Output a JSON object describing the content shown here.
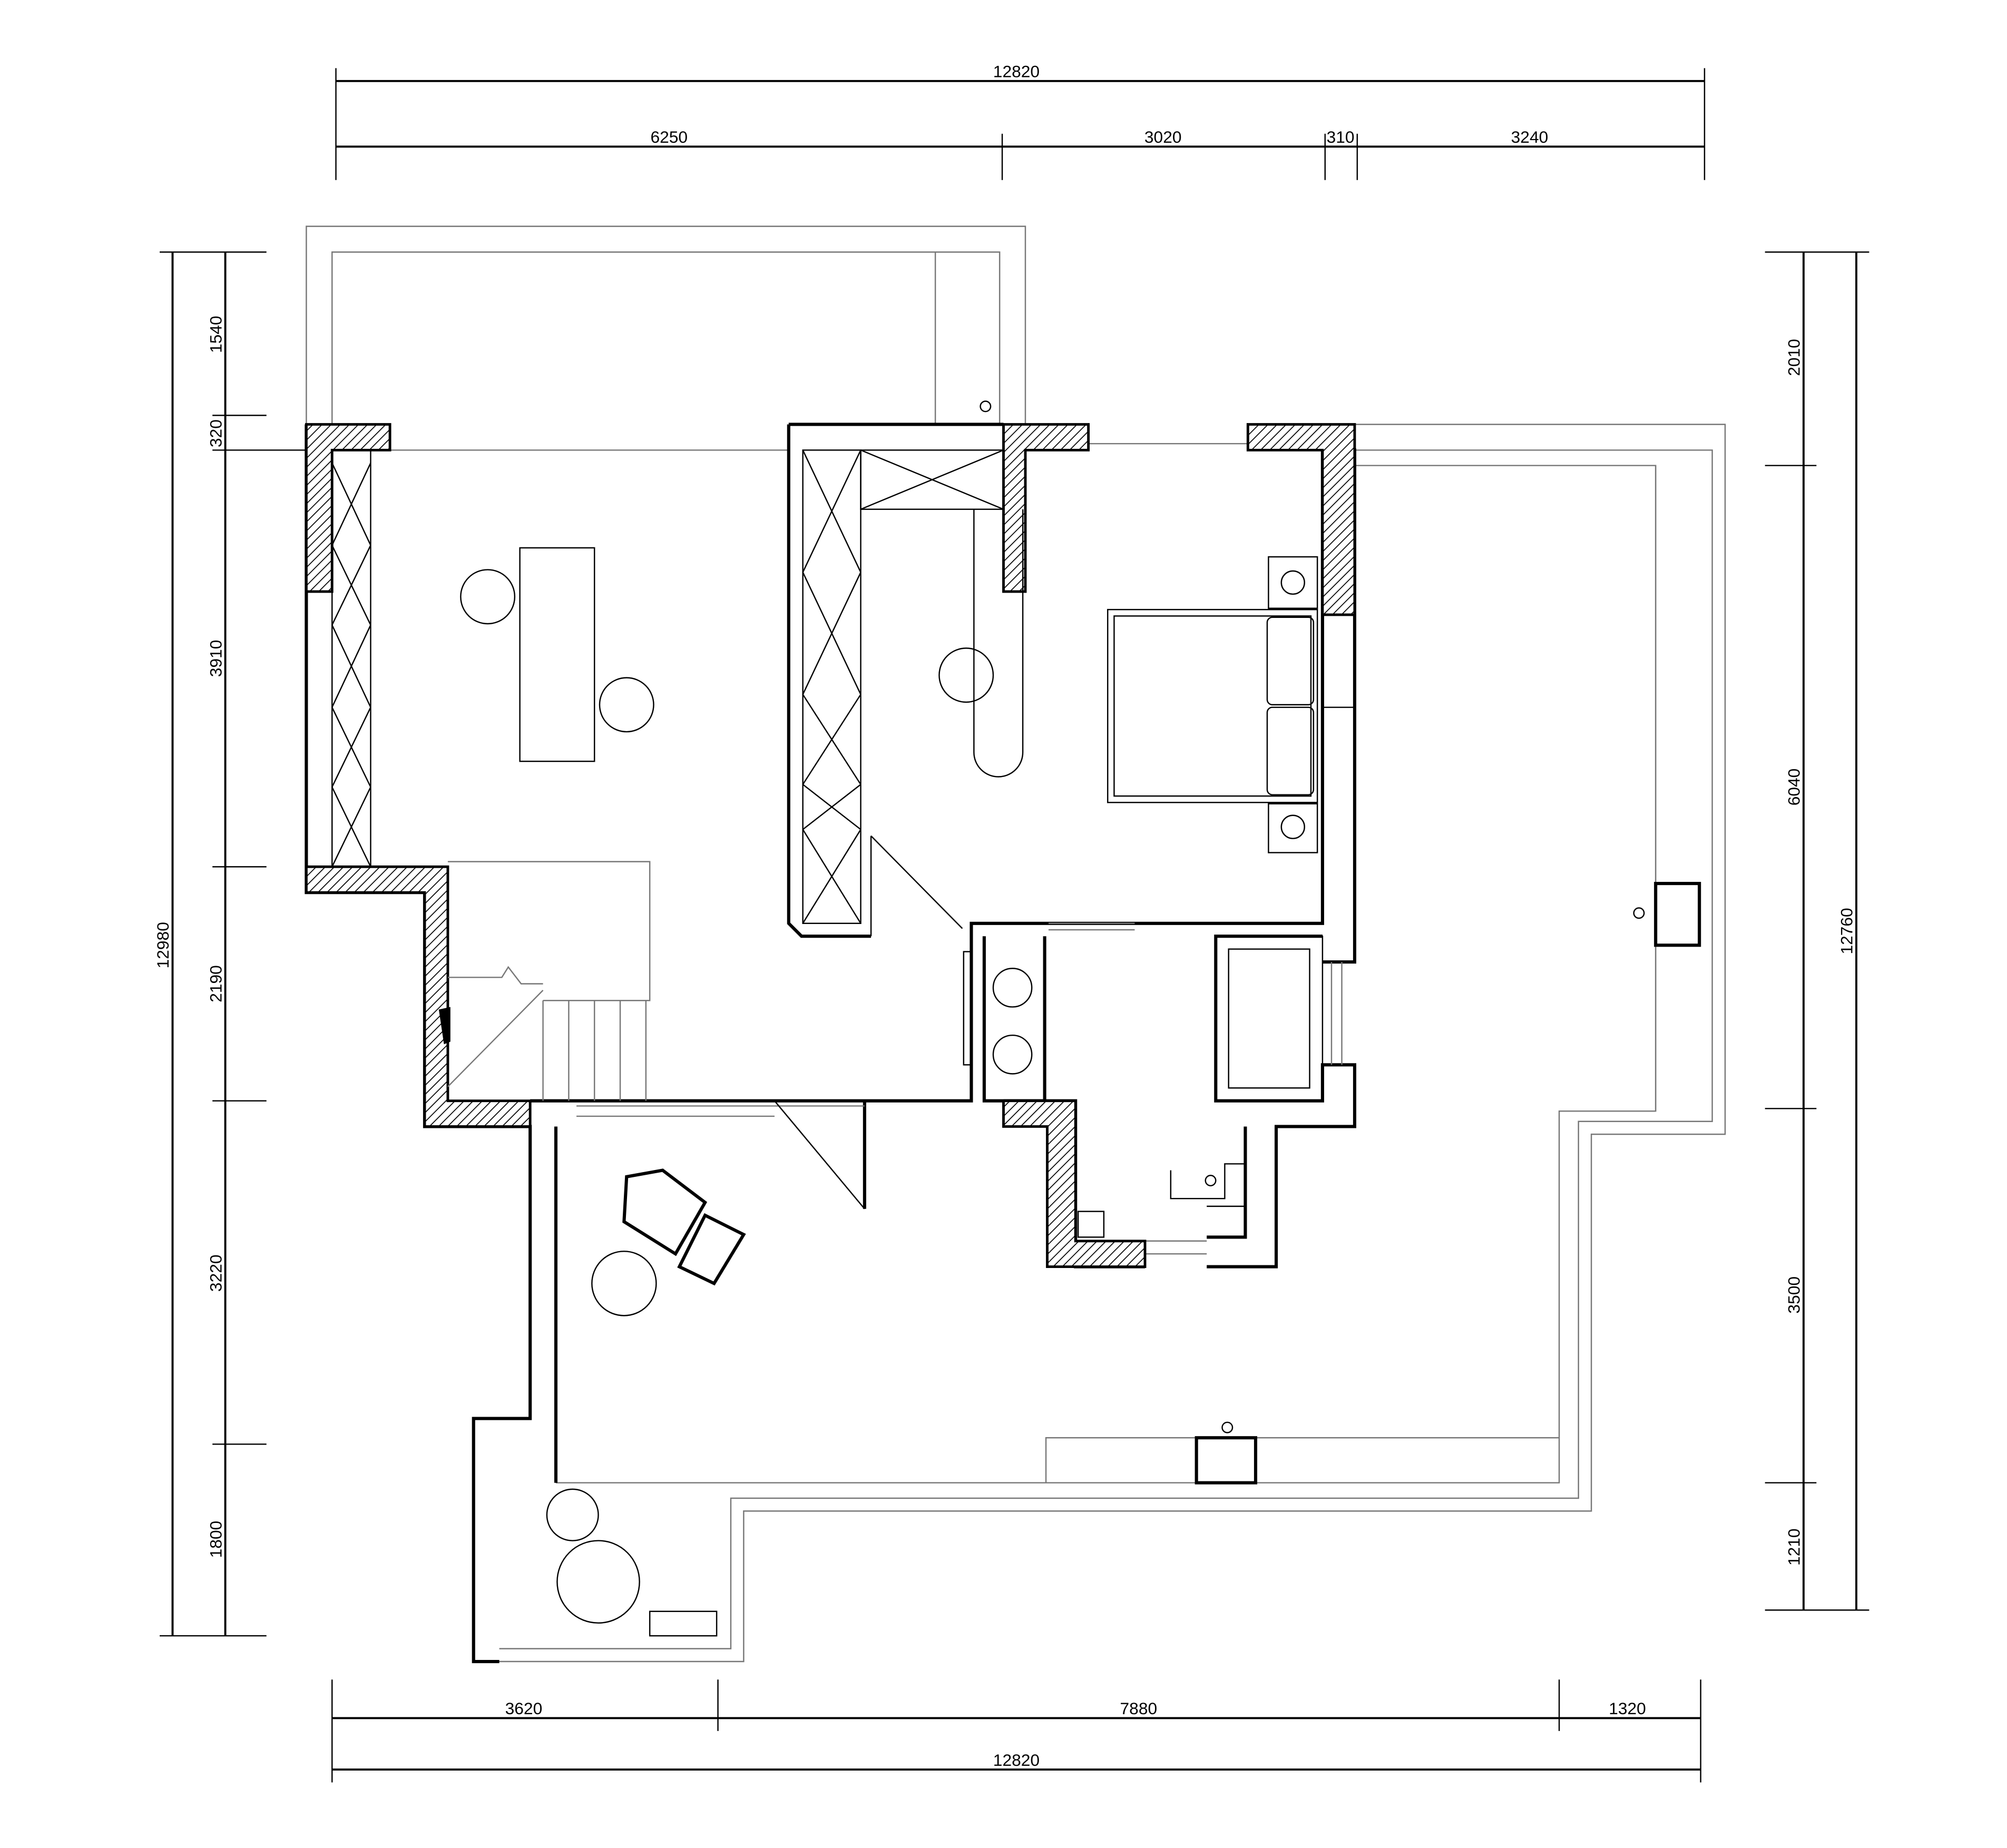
{
  "drawing": {
    "type": "floor plan",
    "dimensions": {
      "top_total": "12820",
      "top_segments": [
        "6250",
        "3020",
        "310",
        "3240"
      ],
      "left_total": "12980",
      "left_segments": [
        "1540",
        "320",
        "3910",
        "2190",
        "3220",
        "1800"
      ],
      "right_total": "12760",
      "right_segments": [
        "2010",
        "6040",
        "3500",
        "1210"
      ],
      "bottom_segments": [
        "3620",
        "7880",
        "1320"
      ],
      "bottom_total": "12820"
    },
    "colors": {
      "line": "#000000",
      "secondary_line": "#777777",
      "background": "#ffffff"
    }
  }
}
